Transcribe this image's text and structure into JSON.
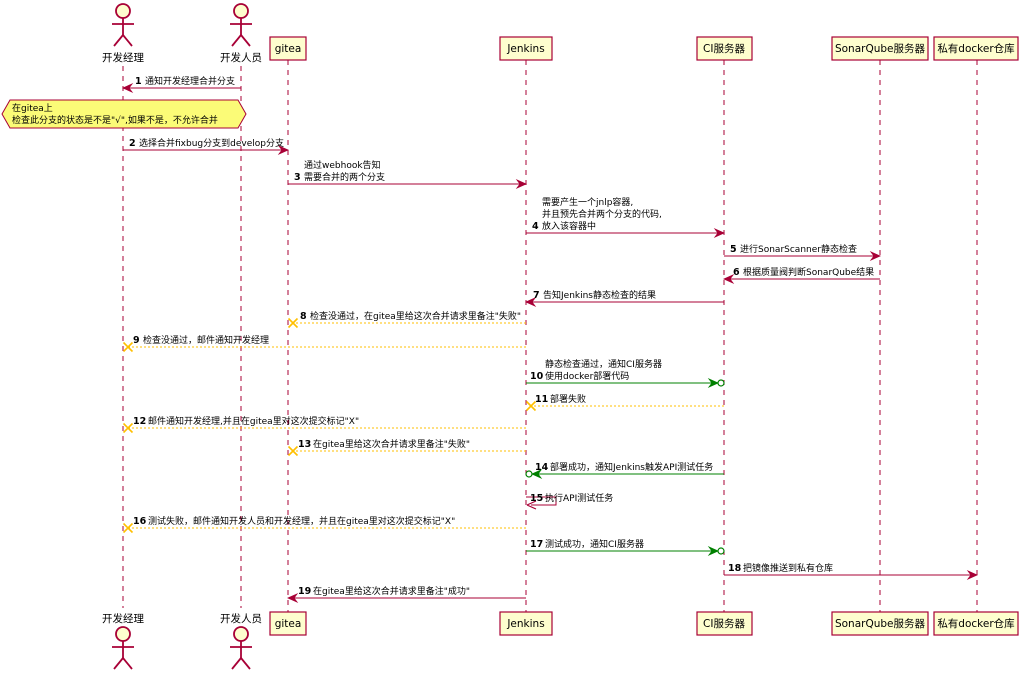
{
  "participants": {
    "manager": "开发经理",
    "developer": "开发人员",
    "gitea": "gitea",
    "jenkins": "Jenkins",
    "ci": "CI服务器",
    "sonar": "SonarQube服务器",
    "registry": "私有docker仓库"
  },
  "note": {
    "line1": "在gitea上",
    "line2": "检查此分支的状态是不是\"√\",如果不是，不允许合并"
  },
  "colors": {
    "default": "#A80036",
    "success": "#008000",
    "failure": "#FFBF00"
  },
  "messages": [
    {
      "num": "1",
      "lines": [
        "通知开发经理合并分支"
      ],
      "color": "default",
      "head": "arrow",
      "dashed": false
    },
    {
      "num": "2",
      "lines": [
        "选择合并fixbug分支到develop分支"
      ],
      "color": "default",
      "head": "arrow",
      "dashed": false
    },
    {
      "num": "3",
      "lines": [
        "通过webhook告知",
        "需要合并的两个分支"
      ],
      "color": "default",
      "head": "arrow",
      "dashed": false
    },
    {
      "num": "4",
      "lines": [
        "需要产生一个jnlp容器,",
        "并且预先合并两个分支的代码,",
        "放入该容器中"
      ],
      "color": "default",
      "head": "arrow",
      "dashed": false
    },
    {
      "num": "5",
      "lines": [
        "进行SonarScanner静态检查"
      ],
      "color": "default",
      "head": "arrow",
      "dashed": false
    },
    {
      "num": "6",
      "lines": [
        "根据质量阀判断SonarQube结果"
      ],
      "color": "default",
      "head": "arrow",
      "dashed": false
    },
    {
      "num": "7",
      "lines": [
        "告知Jenkins静态检查的结果"
      ],
      "color": "default",
      "head": "arrow",
      "dashed": false
    },
    {
      "num": "8",
      "lines": [
        "检查没通过，在gitea里给这次合并请求里备注\"失败\""
      ],
      "color": "failure",
      "head": "cross",
      "dashed": true
    },
    {
      "num": "9",
      "lines": [
        "检查没通过，邮件通知开发经理"
      ],
      "color": "failure",
      "head": "cross",
      "dashed": true
    },
    {
      "num": "10",
      "lines": [
        "静态检查通过，通知CI服务器",
        "使用docker部署代码"
      ],
      "color": "success",
      "head": "circle",
      "dashed": false
    },
    {
      "num": "11",
      "lines": [
        "部署失败"
      ],
      "color": "failure",
      "head": "cross",
      "dashed": true
    },
    {
      "num": "12",
      "lines": [
        "邮件通知开发经理,并且在gitea里对这次提交标记\"X\""
      ],
      "color": "failure",
      "head": "cross",
      "dashed": true
    },
    {
      "num": "13",
      "lines": [
        "在gitea里给这次合并请求里备注\"失败\""
      ],
      "color": "failure",
      "head": "cross",
      "dashed": true
    },
    {
      "num": "14",
      "lines": [
        "部署成功，通知Jenkins触发API测试任务"
      ],
      "color": "success",
      "head": "circle",
      "dashed": false
    },
    {
      "num": "15",
      "lines": [
        "执行API测试任务"
      ],
      "color": "default",
      "head": "arrow",
      "dashed": false
    },
    {
      "num": "16",
      "lines": [
        "测试失败，邮件通知开发人员和开发经理，并且在gitea里对这次提交标记\"X\""
      ],
      "color": "failure",
      "head": "cross",
      "dashed": true
    },
    {
      "num": "17",
      "lines": [
        "测试成功，通知CI服务器"
      ],
      "color": "success",
      "head": "circle",
      "dashed": false
    },
    {
      "num": "18",
      "lines": [
        "把镜像推送到私有仓库"
      ],
      "color": "default",
      "head": "arrow",
      "dashed": false
    },
    {
      "num": "19",
      "lines": [
        "在gitea里给这次合并请求里备注\"成功\""
      ],
      "color": "default",
      "head": "arrow",
      "dashed": false
    }
  ]
}
